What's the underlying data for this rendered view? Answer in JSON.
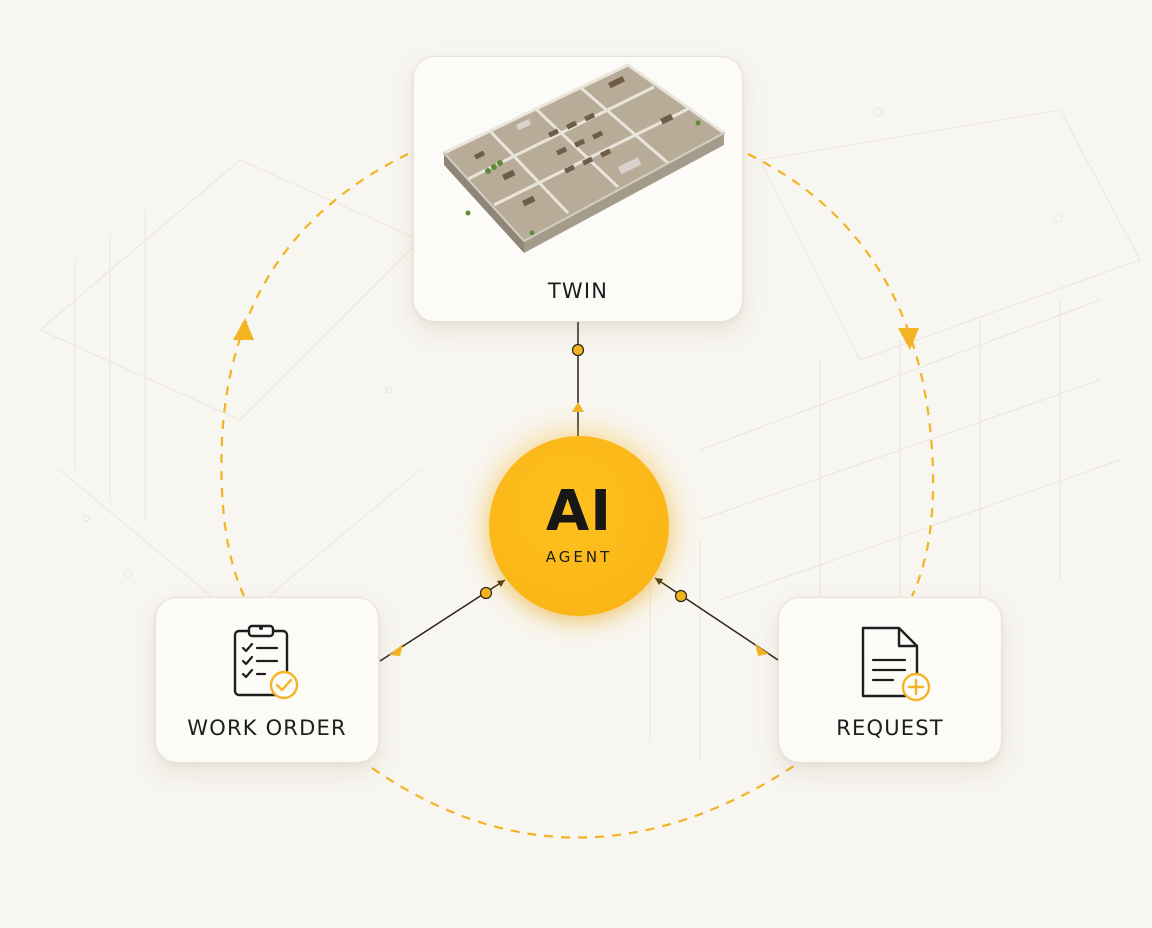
{
  "center": {
    "title": "AI",
    "subtitle": "AGENT"
  },
  "nodes": {
    "twin": {
      "label": "TWIN",
      "image": "office-floorplan-3d-image"
    },
    "work_order": {
      "label": "WORK ORDER",
      "icon": "clipboard-checklist-icon"
    },
    "request": {
      "label": "REQUEST",
      "icon": "document-add-icon"
    }
  },
  "colors": {
    "accent": "#fbb718",
    "background": "#f8f6f1",
    "card": "#fcfbf8",
    "text": "#1d1d1d"
  }
}
